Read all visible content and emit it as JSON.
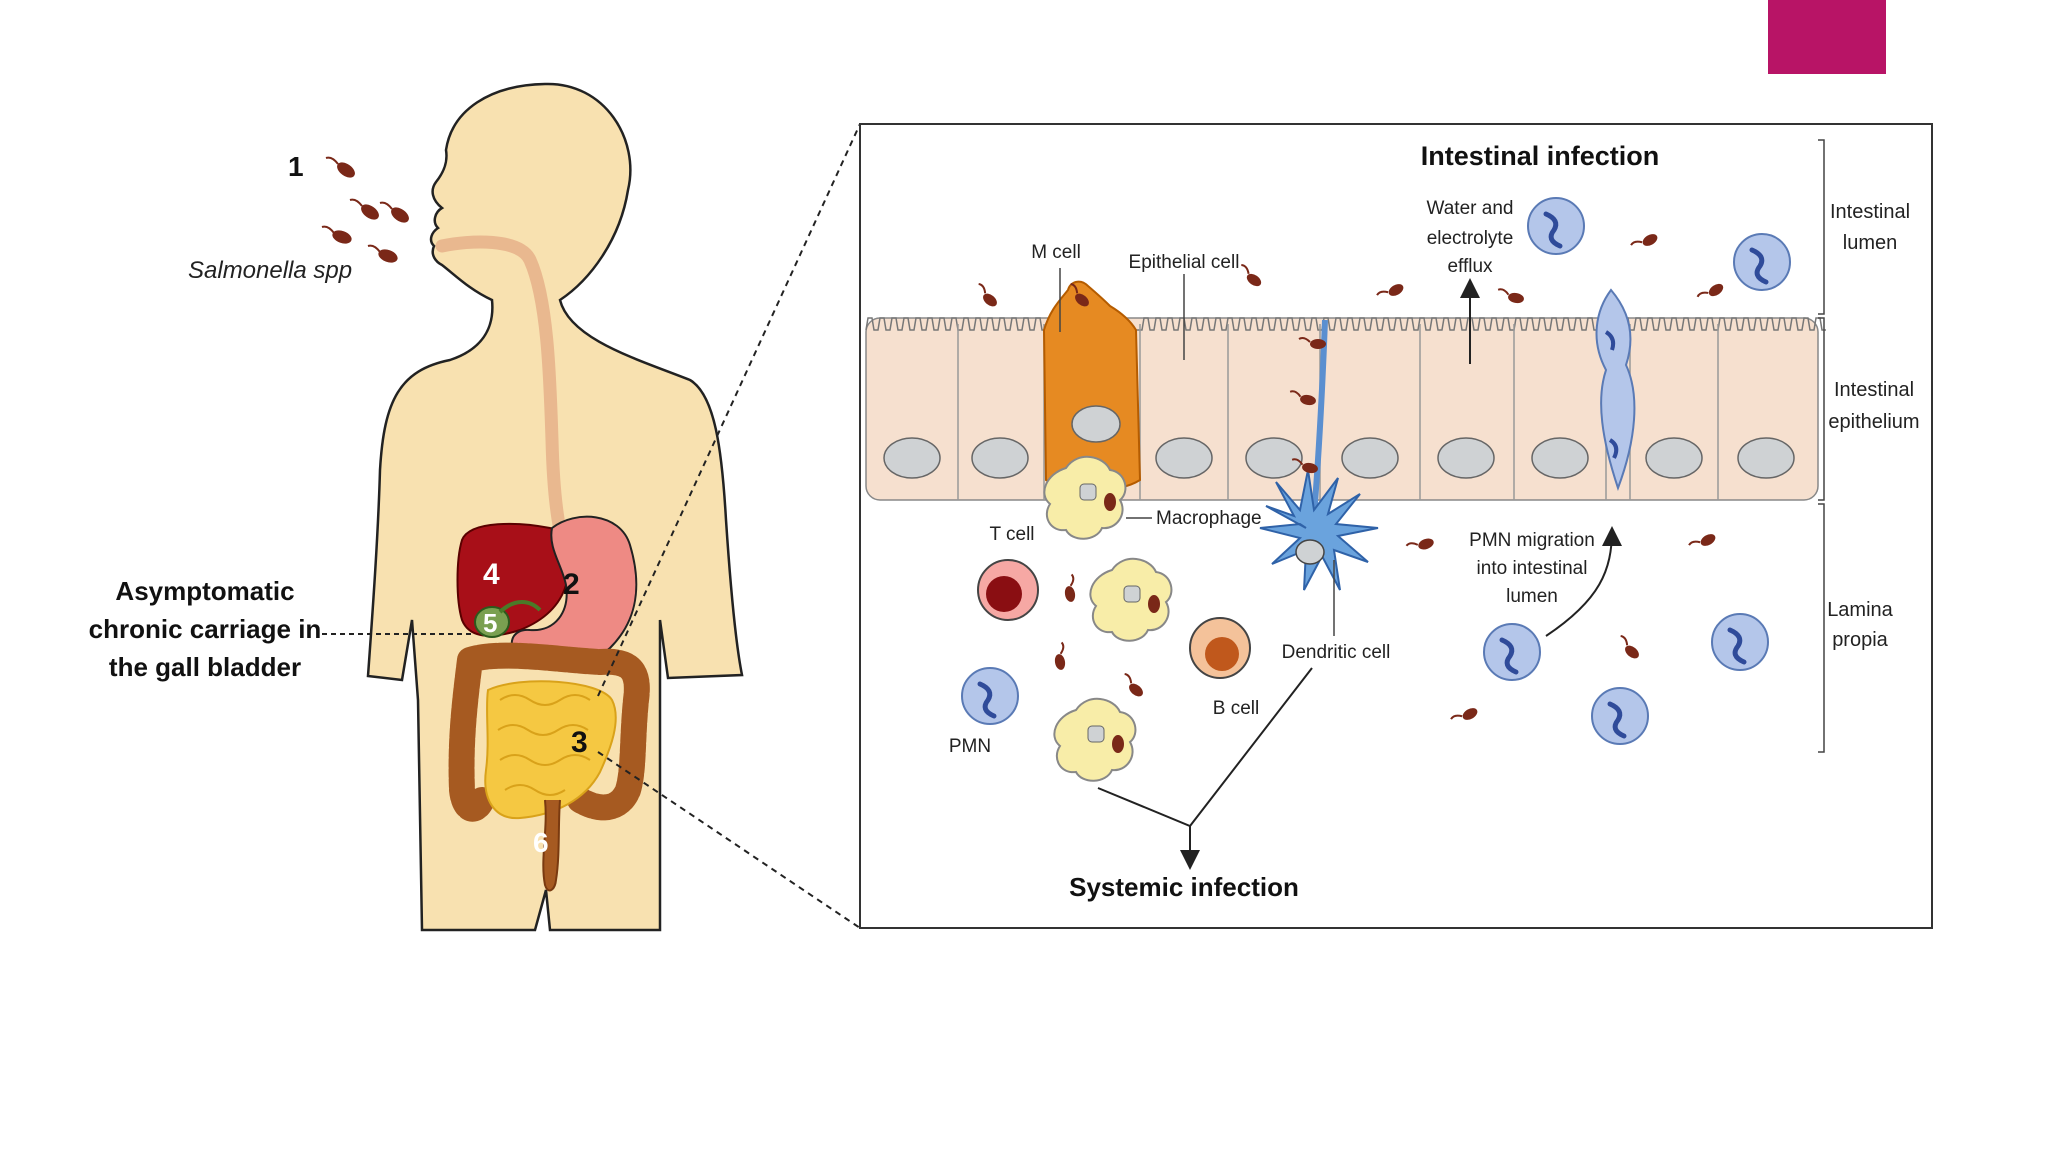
{
  "accent_color": "#b81466",
  "human": {
    "step1": "1",
    "organism": "Salmonella spp",
    "num_stomach": "2",
    "num_intestine": "3",
    "num_liver": "4",
    "num_gallbladder": "5",
    "num_rectum": "6",
    "carriage_lines": [
      "Asymptomatic",
      "chronic carriage in",
      "the gall bladder"
    ]
  },
  "panel": {
    "title": "Intestinal infection",
    "bottom_title": "Systemic infection",
    "layers": {
      "lumen": [
        "Intestinal",
        "lumen"
      ],
      "epithelium": [
        "Intestinal",
        "epithelium"
      ],
      "propia": [
        "Lamina",
        "propia"
      ]
    },
    "labels": {
      "m_cell": "M cell",
      "epithelial_cell": "Epithelial cell",
      "water": [
        "Water and",
        "electrolyte",
        "efflux"
      ],
      "macrophage": "Macrophage",
      "t_cell": "T cell",
      "dendritic_cell": "Dendritic cell",
      "b_cell": "B cell",
      "pmn": "PMN",
      "pmn_migration": [
        "PMN migration",
        "into intestinal",
        "lumen"
      ]
    }
  }
}
